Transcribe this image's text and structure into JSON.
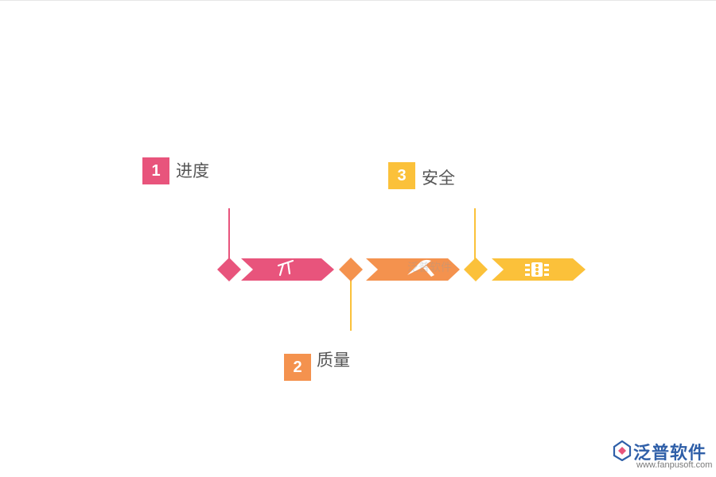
{
  "steps": [
    {
      "number": "1",
      "label": "进度",
      "color": "#e8547c",
      "icon": "hammer-icon"
    },
    {
      "number": "2",
      "label": "质量",
      "color": "#f4924e",
      "icon": "trowel-icon"
    },
    {
      "number": "3",
      "label": "安全",
      "color": "#fbc13a",
      "icon": "barrier-icon"
    }
  ],
  "watermark_text": "泛普软件",
  "footer": {
    "brand": "泛普软件",
    "url": "www.fanpusoft.com",
    "brand_color": "#2f5fa8"
  }
}
